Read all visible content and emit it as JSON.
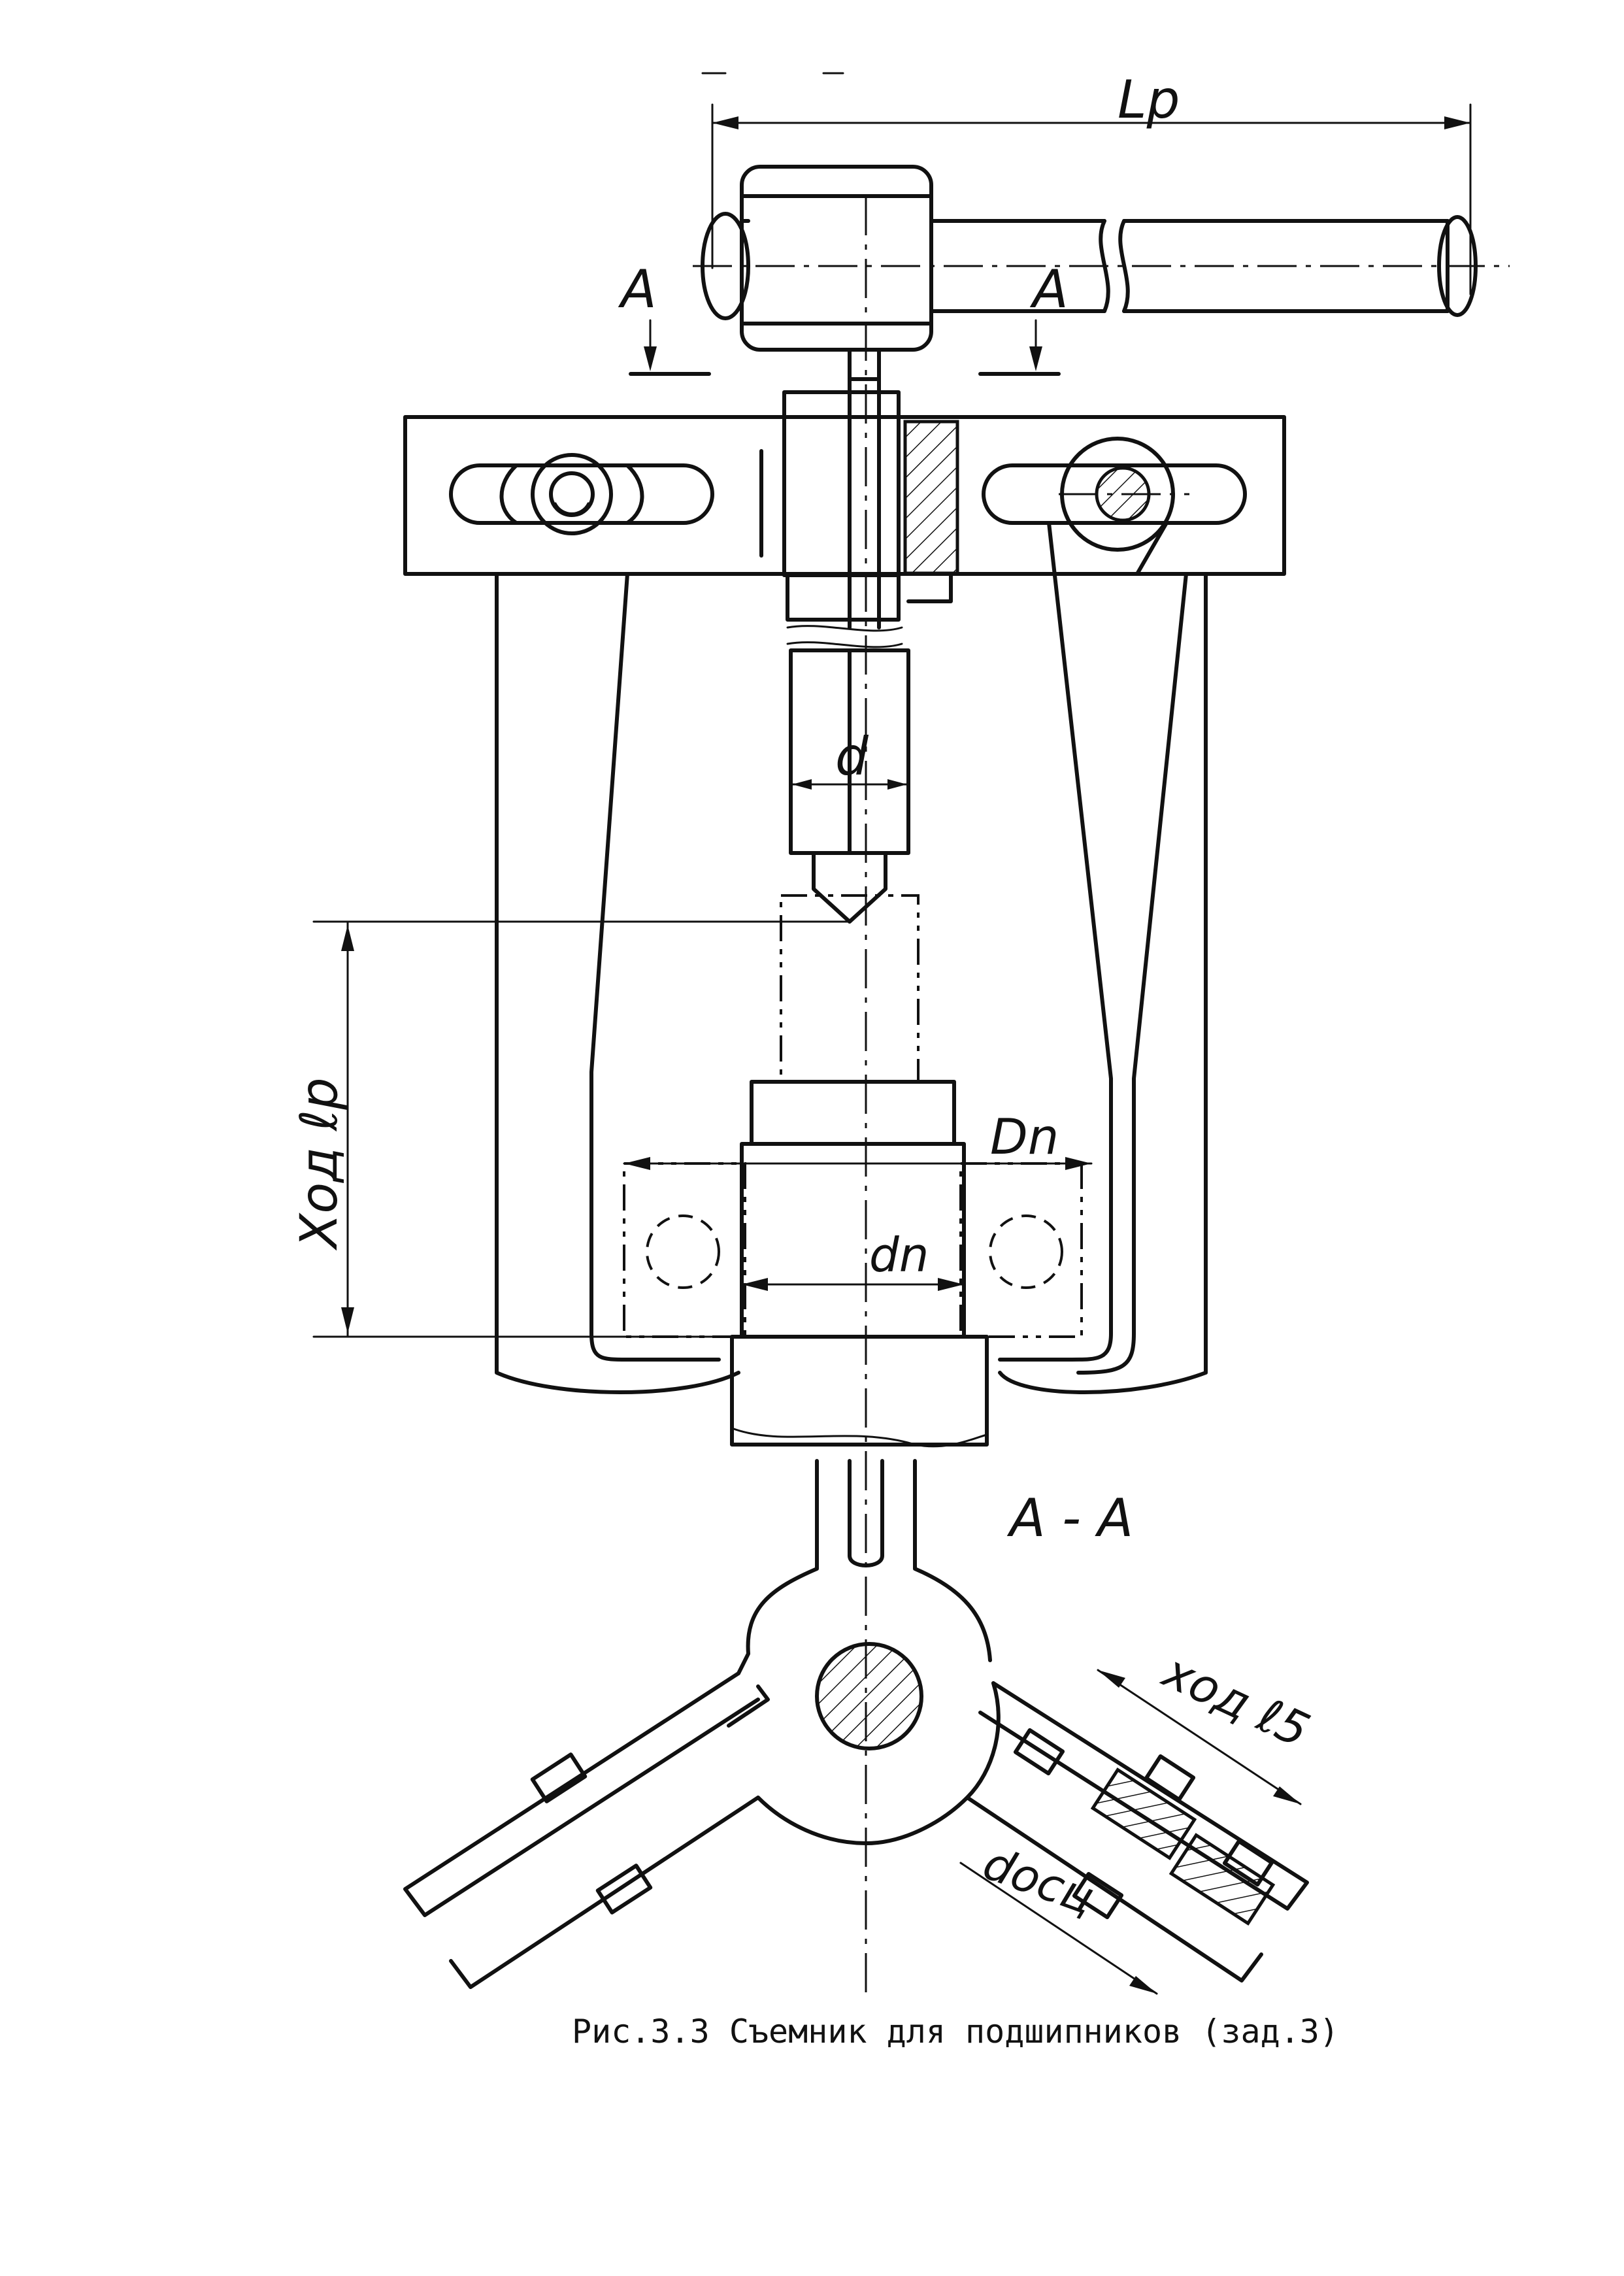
{
  "labels": {
    "lp": "Lp",
    "section_a_left": "A",
    "section_a_right": "A",
    "d": "d",
    "dn_outer": "Dn",
    "dn_inner": "dn",
    "travel_lr": "Ход ℓр",
    "section_aa": "А - А",
    "travel_l5": "ход ℓ5",
    "d_axis": "dосц"
  },
  "caption": "Рис.3.3  Съемник для подшипников (зад.3)"
}
